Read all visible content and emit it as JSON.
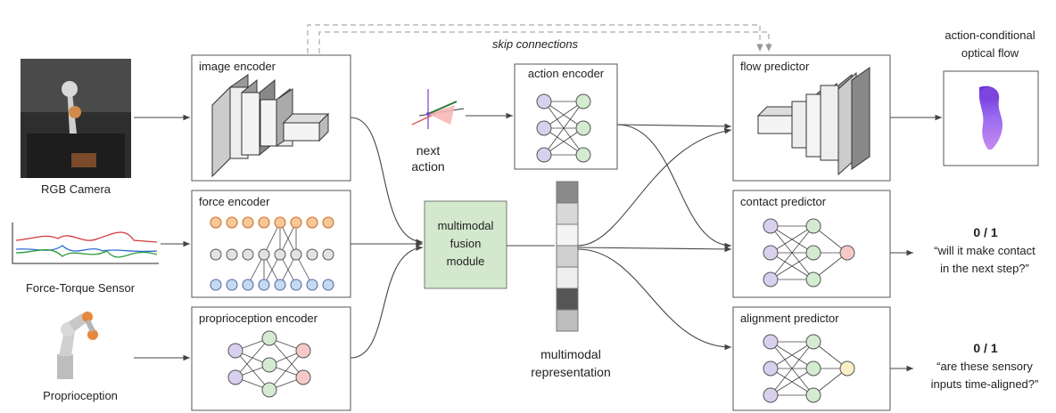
{
  "inputs": {
    "rgb_camera": "RGB Camera",
    "force_torque": "Force-Torque Sensor",
    "proprioception": "Proprioception"
  },
  "encoders": {
    "image": "image encoder",
    "force": "force encoder",
    "proprioception": "proprioception encoder",
    "action": "action encoder"
  },
  "next_action": [
    "next",
    "action"
  ],
  "skip_connections": "skip connections",
  "fusion": [
    "multimodal",
    "fusion",
    "module"
  ],
  "representation": [
    "multimodal",
    "representation"
  ],
  "predictors": {
    "flow": "flow predictor",
    "contact": "contact predictor",
    "alignment": "alignment predictor"
  },
  "outputs": {
    "flow_title": [
      "action-conditional",
      "optical flow"
    ],
    "contact_value": "0 / 1",
    "contact_question": [
      "“will it make contact",
      "in the next step?”"
    ],
    "alignment_value": "0 / 1",
    "alignment_question": [
      "“are these sensory",
      "inputs time-aligned?”"
    ]
  },
  "colors": {
    "fusion_fill": "#d3e8cc",
    "node_purple": "#d9d0f0",
    "node_green": "#d3ecd0",
    "node_pink": "#f6c9c9",
    "node_yellow": "#fbf0c8",
    "node_orange": "#f6c89a",
    "node_gray": "#e2e2e2",
    "node_blue": "#c7d9f2",
    "line": "#444444",
    "skip_line": "#aaaaaa"
  }
}
